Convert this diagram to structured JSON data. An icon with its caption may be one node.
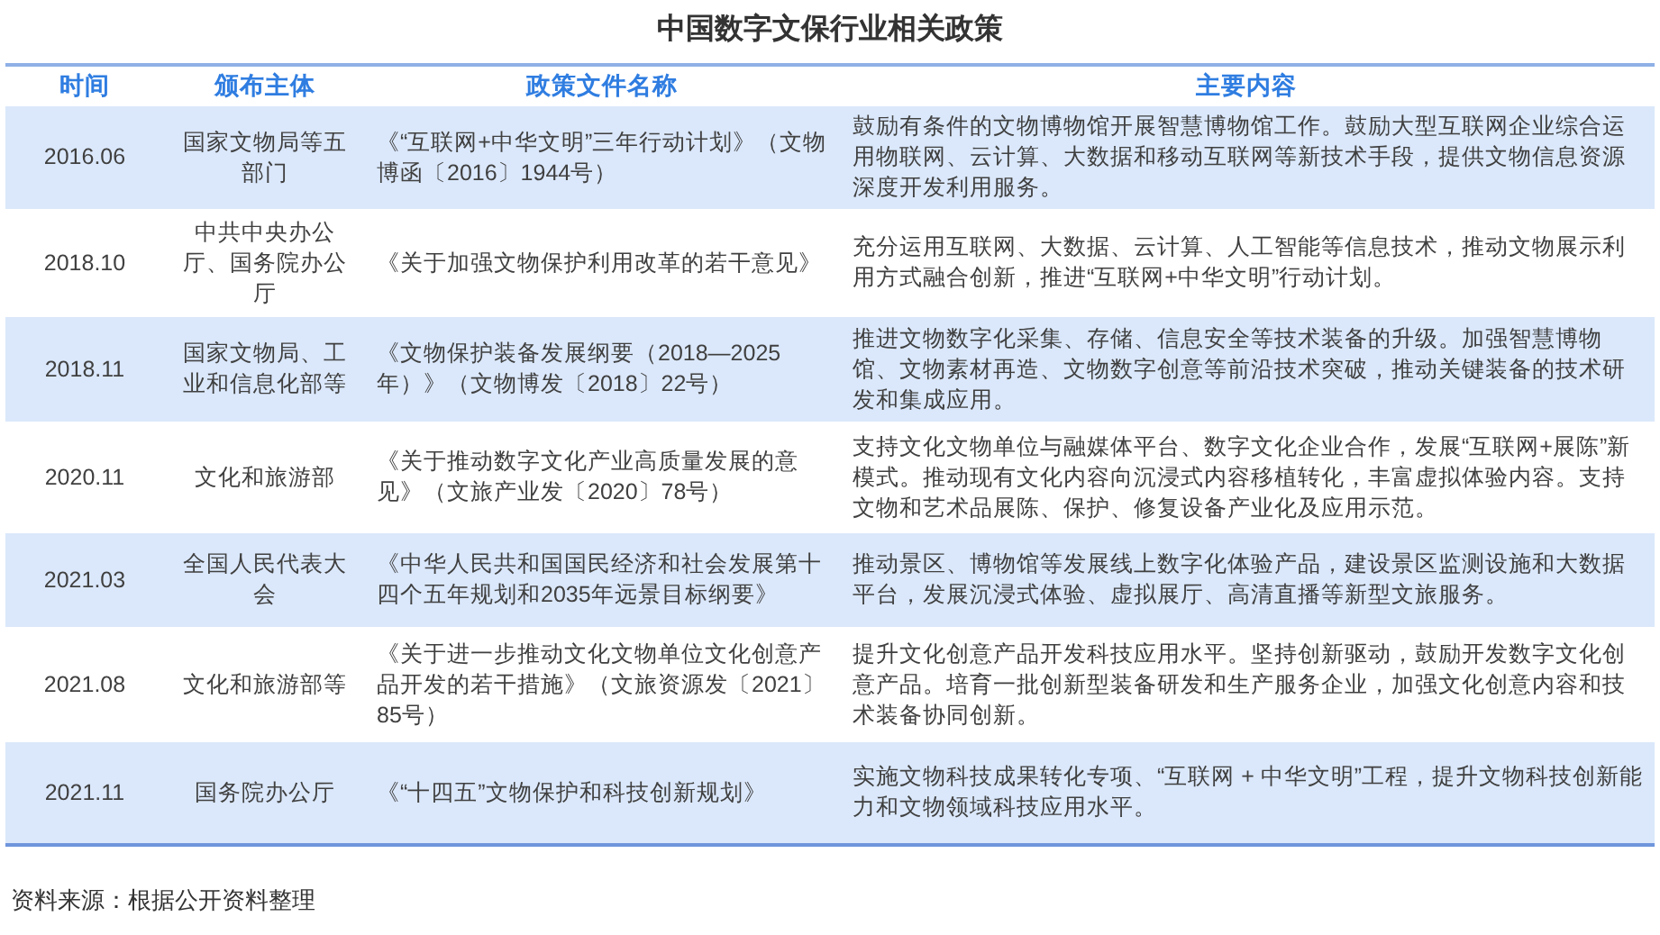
{
  "diagram": {
    "title": "中国数字文保行业相关政策",
    "caption": "资料来源：根据公开资料整理",
    "labels": [
      "时间",
      "颁布主体",
      "政策文件名称",
      "主要内容",
      "2016.06",
      "国家文物局等五部门",
      "《“互联网+中华文明”三年行动计划》（文物博函〔2016〕1944号）",
      "鼓励有条件的文物博物馆开展智慧博物馆工作。鼓励大型互联网企业综合运用物联网、云计算、大数据和移动互联网等新技术手段，提供文物信息资源深度开发利用服务。",
      "2018.10",
      "中共中央办公厅、国务院办公厅",
      "《关于加强文物保护利用改革的若干意见》",
      "充分运用互联网、大数据、云计算、人工智能等信息技术，推动文物展示利用方式融合创新，推进“互联网+中华文明”行动计划。",
      "2018.11",
      "国家文物局、工业和信息化部等",
      "《文物保护装备发展纲要（2018—2025年）》（文物博发〔2018〕22号）",
      "推进文物数字化采集、存储、信息安全等技术装备的升级。加强智慧博物馆、文物素材再造、文物数字创意等前沿技术突破，推动关键装备的技术研发和集成应用。",
      "2020.11",
      "文化和旅游部",
      "《关于推动数字文化产业高质量发展的意见》（文旅产业发〔2020〕78号）",
      "支持文化文物单位与融媒体平台、数字文化企业合作，发展“互联网+展陈”新模式。推动现有文化内容向沉浸式内容移植转化，丰富虚拟体验内容。支持文物和艺术品展陈、保护、修复设备产业化及应用示范。",
      "2021.03",
      "全国人民代表大会",
      "《中华人民共和国国民经济和社会发展第十四个五年规划和2035年远景目标纲要》",
      "推动景区、博物馆等发展线上数字化体验产品，建设景区监测设施和大数据平台，发展沉浸式体验、虚拟展厅、高清直播等新型文旅服务。",
      "2021.08",
      "文化和旅游部等",
      "《关于进一步推动文化文物单位文化创意产品开发的若干措施》（文旅资源发〔2021〕85号）",
      "提升文化创意产品开发科技应用水平。坚持创新驱动，鼓励开发数字文化创意产品。培育一批创新型装备研发和生产服务企业，加强文化创意内容和技术装备协同创新。",
      "2021.11",
      "国务院办公厅",
      "《“十四五”文物保护和科技创新规划》",
      "实施文物科技成果转化专项、“互联网 + 中华文明”工程，提升文物科技创新能力和文物领域科技应用水平。"
    ]
  }
}
